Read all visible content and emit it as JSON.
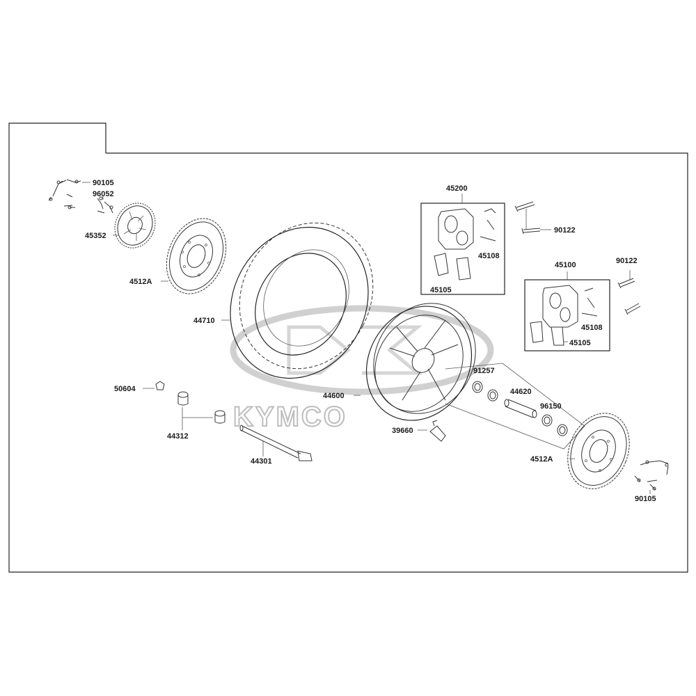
{
  "watermark": {
    "text": "KYMCO",
    "color": "#bdbdbd"
  },
  "labels": {
    "p90105_top": "90105",
    "p96052": "96052",
    "p45352": "45352",
    "p4512A_left": "4512A",
    "p44710": "44710",
    "p45200": "45200",
    "p90122_top": "90122",
    "p45108_top": "45108",
    "p45105_top": "45105",
    "p45100": "45100",
    "p90122_right": "90122",
    "p45108_right": "45108",
    "p45105_right": "45105",
    "p91257": "91257",
    "p44620": "44620",
    "p96150": "96150",
    "p50604": "50604",
    "p44600": "44600",
    "p44312": "44312",
    "p39660": "39660",
    "p44301": "44301",
    "p4512A_right": "4512A",
    "p90105_bottom": "90105"
  },
  "colors": {
    "line": "#222222",
    "frame": "#333333",
    "label": "#1a1a1a"
  }
}
